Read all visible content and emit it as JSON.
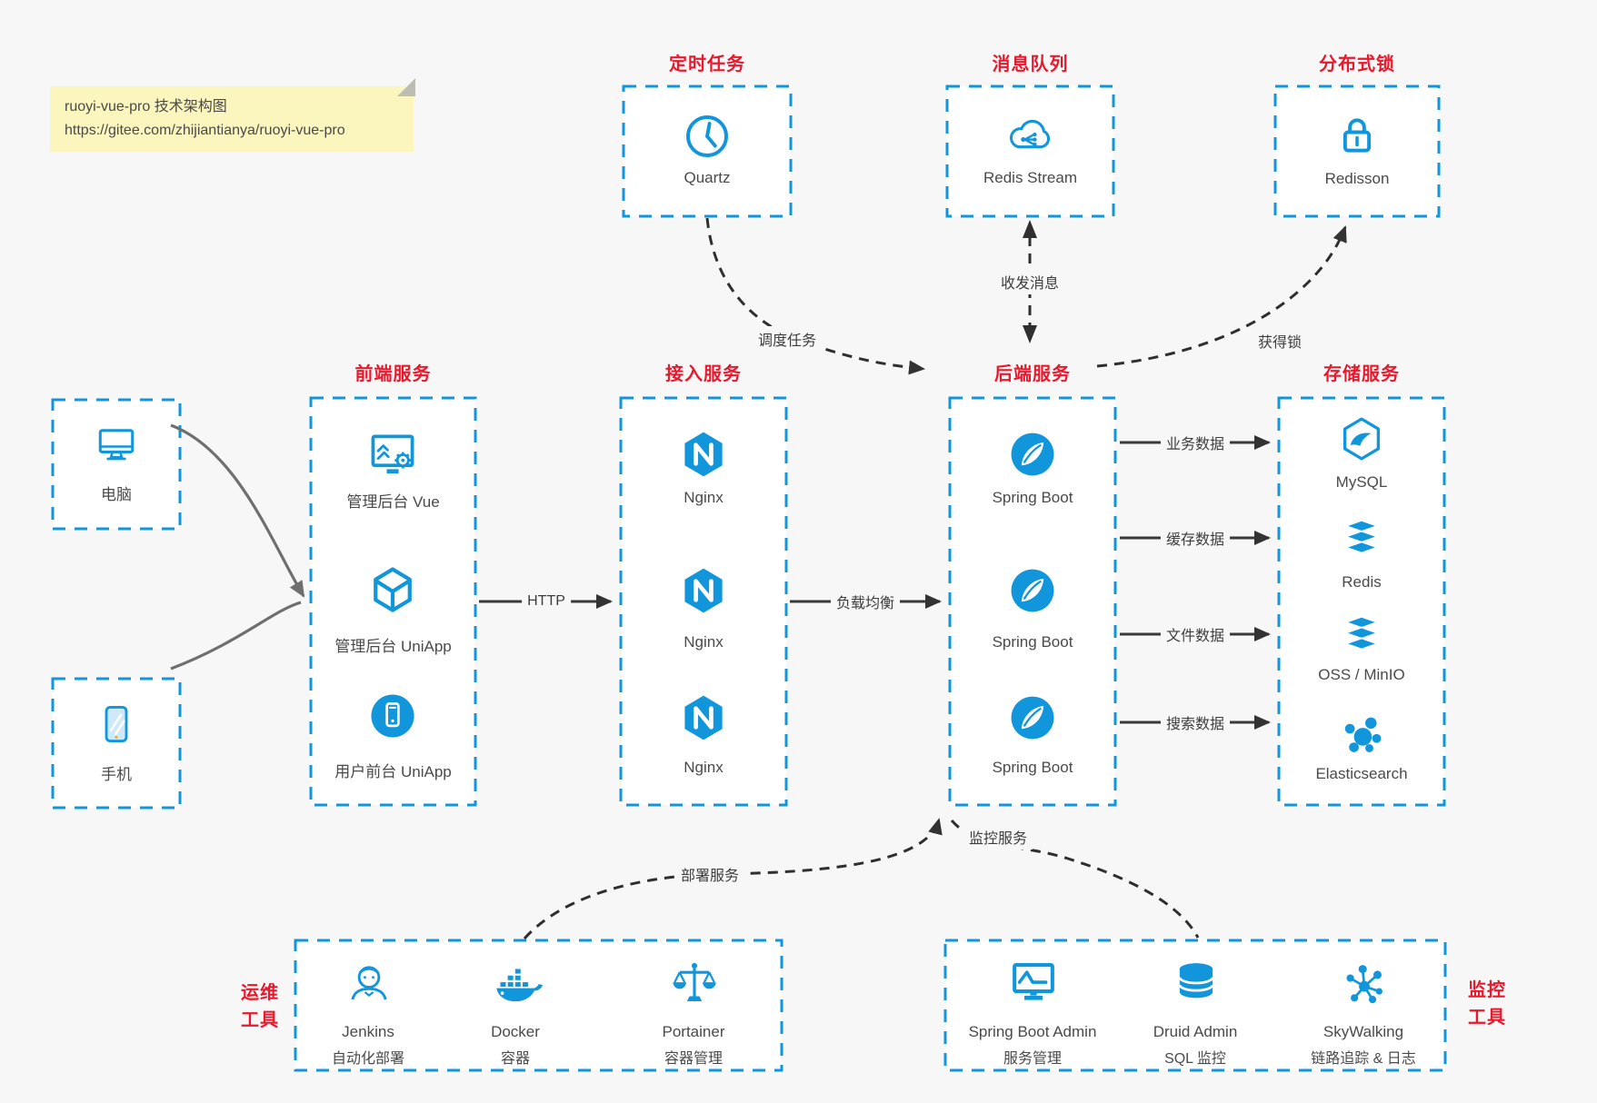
{
  "colors": {
    "accent": "#1296db",
    "title_red": "#e8192c",
    "background": "#f7f7f8",
    "arrow_dark": "#3a3a3a",
    "arrow_gray": "#6f6f6f",
    "note_bg": "#fbf6bd"
  },
  "note": {
    "line1": "ruoyi-vue-pro 技术架构图",
    "line2": "https://gitee.com/zhijiantianya/ruoyi-vue-pro"
  },
  "top_groups": [
    {
      "title": "定时任务",
      "label": "Quartz",
      "icon": "clock-icon"
    },
    {
      "title": "消息队列",
      "label": "Redis Stream",
      "icon": "cloud-stream-icon"
    },
    {
      "title": "分布式锁",
      "label": "Redisson",
      "icon": "lock-icon"
    }
  ],
  "clients": [
    {
      "label": "电脑",
      "icon": "desktop-icon"
    },
    {
      "label": "手机",
      "icon": "phone-icon"
    }
  ],
  "columns": [
    {
      "title": "前端服务",
      "items": [
        {
          "label": "管理后台 Vue"
        },
        {
          "label": "管理后台 UniApp"
        },
        {
          "label": "用户前台 UniApp"
        }
      ]
    },
    {
      "title": "接入服务",
      "items": [
        {
          "label": "Nginx"
        },
        {
          "label": "Nginx"
        },
        {
          "label": "Nginx"
        }
      ]
    },
    {
      "title": "后端服务",
      "items": [
        {
          "label": "Spring Boot"
        },
        {
          "label": "Spring Boot"
        },
        {
          "label": "Spring Boot"
        }
      ]
    },
    {
      "title": "存储服务",
      "items": [
        {
          "label": "MySQL"
        },
        {
          "label": "Redis"
        },
        {
          "label": "OSS / MinIO"
        },
        {
          "label": "Elasticsearch"
        }
      ]
    }
  ],
  "edges": {
    "http": "HTTP",
    "load_balance": "负载均衡",
    "schedule": "调度任务",
    "messages": "收发消息",
    "lock": "获得锁",
    "business": "业务数据",
    "cache": "缓存数据",
    "file": "文件数据",
    "search": "搜索数据",
    "deploy": "部署服务",
    "monitor": "监控服务"
  },
  "bottom_groups": [
    {
      "title_line1": "运维",
      "title_line2": "工具",
      "items": [
        {
          "name": "Jenkins",
          "desc": "自动化部署"
        },
        {
          "name": "Docker",
          "desc": "容器"
        },
        {
          "name": "Portainer",
          "desc": "容器管理"
        }
      ]
    },
    {
      "title_line1": "监控",
      "title_line2": "工具",
      "items": [
        {
          "name": "Spring Boot Admin",
          "desc": "服务管理"
        },
        {
          "name": "Druid Admin",
          "desc": "SQL 监控"
        },
        {
          "name": "SkyWalking",
          "desc": "链路追踪 & 日志"
        }
      ]
    }
  ]
}
